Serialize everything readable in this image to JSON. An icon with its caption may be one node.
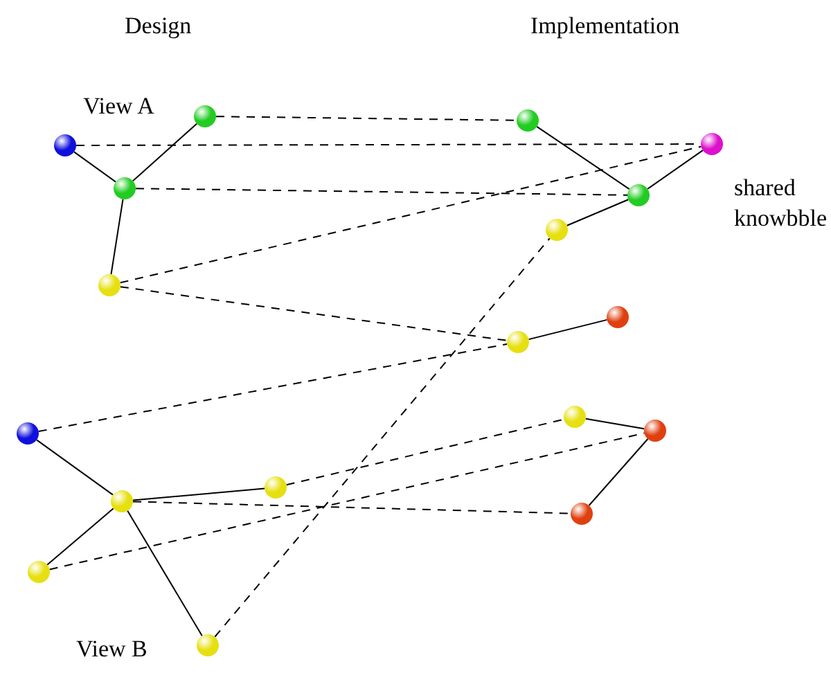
{
  "diagram": {
    "nodes": [
      {
        "text": [],
        "shape": "circle"
      },
      {
        "text": [],
        "shape": "circle"
      },
      {
        "text": [],
        "shape": "circle"
      },
      {
        "text": [],
        "shape": "circle"
      },
      {
        "text": [],
        "shape": "circle"
      },
      {
        "text": [],
        "shape": "circle",
        "beside": [
          "shared knowbble"
        ]
      },
      {
        "text": [],
        "shape": "circle"
      },
      {
        "text": [],
        "shape": "circle"
      },
      {
        "text": [],
        "shape": "circle"
      },
      {
        "text": [],
        "shape": "circle"
      },
      {
        "text": [],
        "shape": "circle"
      },
      {
        "text": [],
        "shape": "circle"
      },
      {
        "text": [],
        "shape": "circle"
      },
      {
        "text": [],
        "shape": "circle"
      },
      {
        "text": [],
        "shape": "circle"
      },
      {
        "text": [],
        "shape": "circle"
      },
      {
        "text": [],
        "shape": "circle"
      },
      {
        "text": [],
        "shape": "circle"
      }
    ],
    "edges": [
      {
        "from": 1,
        "to": 2,
        "arrow": "none"
      },
      {
        "from": 0,
        "to": 2,
        "arrow": "none"
      },
      {
        "from": 2,
        "to": 3,
        "arrow": "none"
      },
      {
        "from": 4,
        "to": 6,
        "arrow": "none"
      },
      {
        "from": 6,
        "to": 5,
        "arrow": "none"
      },
      {
        "from": 6,
        "to": 7,
        "arrow": "none"
      },
      {
        "from": 8,
        "to": 9,
        "arrow": "none"
      },
      {
        "from": 10,
        "to": 11,
        "arrow": "none"
      },
      {
        "from": 11,
        "to": 12,
        "arrow": "none"
      },
      {
        "from": 11,
        "to": 13,
        "arrow": "none"
      },
      {
        "from": 11,
        "to": 14,
        "arrow": "none"
      },
      {
        "from": 15,
        "to": 16,
        "arrow": "none"
      },
      {
        "from": 16,
        "to": 17,
        "arrow": "none"
      },
      {
        "from": 0,
        "to": 4,
        "arrow": "none",
        "style": "dashed"
      },
      {
        "from": 1,
        "to": 5,
        "arrow": "none",
        "style": "dashed"
      },
      {
        "from": 2,
        "to": 6,
        "arrow": "none",
        "style": "dashed"
      },
      {
        "from": 3,
        "to": 5,
        "arrow": "none",
        "style": "dashed"
      },
      {
        "from": 3,
        "to": 8,
        "arrow": "none",
        "style": "dashed"
      },
      {
        "from": 10,
        "to": 8,
        "arrow": "none",
        "style": "dashed"
      },
      {
        "from": 14,
        "to": 7,
        "arrow": "none",
        "style": "dashed"
      },
      {
        "from": 12,
        "to": 15,
        "arrow": "none",
        "style": "dashed"
      },
      {
        "from": 13,
        "to": 16,
        "arrow": "none",
        "style": "dashed"
      },
      {
        "from": 11,
        "to": 17,
        "arrow": "none",
        "style": "dashed"
      }
    ],
    "labels": [
      "Design",
      "Implementation",
      "View A",
      "View B"
    ]
  }
}
